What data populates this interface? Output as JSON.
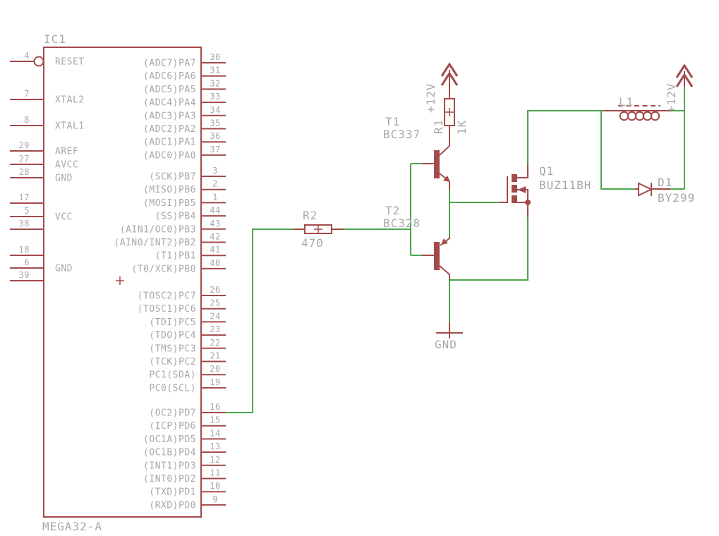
{
  "colors": {
    "component": "#A34A4A",
    "net": "#4CA64C",
    "text": "#A8A8A8",
    "background": "#FFFFFF"
  },
  "schematic": {
    "ic": {
      "ref": "IC1",
      "value": "MEGA32-A",
      "left_pins": [
        {
          "number": "4",
          "label": "RESET",
          "inverted": true
        },
        {
          "number": "7",
          "label": "XTAL2"
        },
        {
          "number": "8",
          "label": "XTAL1"
        },
        {
          "number": "29",
          "label": "AREF"
        },
        {
          "number": "27",
          "label": "AVCC"
        },
        {
          "number": "28",
          "label": "GND"
        },
        {
          "number": "17",
          "label": ""
        },
        {
          "number": "5",
          "label": "VCC"
        },
        {
          "number": "38",
          "label": ""
        },
        {
          "number": "18",
          "label": ""
        },
        {
          "number": "6",
          "label": "GND"
        },
        {
          "number": "39",
          "label": ""
        }
      ],
      "right_pins": [
        {
          "number": "30",
          "label": "(ADC7)PA7"
        },
        {
          "number": "31",
          "label": "(ADC6)PA6"
        },
        {
          "number": "32",
          "label": "(ADC5)PA5"
        },
        {
          "number": "33",
          "label": "(ADC4)PA4"
        },
        {
          "number": "34",
          "label": "(ADC3)PA3"
        },
        {
          "number": "35",
          "label": "(ADC2)PA2"
        },
        {
          "number": "36",
          "label": "(ADC1)PA1"
        },
        {
          "number": "37",
          "label": "(ADC0)PA0"
        },
        {
          "number": "3",
          "label": "(SCK)PB7"
        },
        {
          "number": "2",
          "label": "(MISO)PB6"
        },
        {
          "number": "1",
          "label": "(MOSI)PB5"
        },
        {
          "number": "44",
          "label": "(SS)PB4"
        },
        {
          "number": "43",
          "label": "(AIN1/OC0)PB3"
        },
        {
          "number": "42",
          "label": "(AIN0/INT2)PB2"
        },
        {
          "number": "41",
          "label": "(T1)PB1"
        },
        {
          "number": "40",
          "label": "(T0/XCK)PB0"
        },
        {
          "number": "26",
          "label": "(TOSC2)PC7"
        },
        {
          "number": "25",
          "label": "(TOSC1)PC6"
        },
        {
          "number": "24",
          "label": "(TDI)PC5"
        },
        {
          "number": "23",
          "label": "(TDO)PC4"
        },
        {
          "number": "22",
          "label": "(TMS)PC3"
        },
        {
          "number": "21",
          "label": "(TCK)PC2"
        },
        {
          "number": "20",
          "label": "PC1(SDA)"
        },
        {
          "number": "19",
          "label": "PC0(SCL)"
        },
        {
          "number": "16",
          "label": "(OC2)PD7"
        },
        {
          "number": "15",
          "label": "(ICP)PD6"
        },
        {
          "number": "14",
          "label": "(OC1A)PD5"
        },
        {
          "number": "13",
          "label": "(OC1B)PD4"
        },
        {
          "number": "12",
          "label": "(INT1)PD3"
        },
        {
          "number": "11",
          "label": "(INT0)PD2"
        },
        {
          "number": "10",
          "label": "(TXD)PD1"
        },
        {
          "number": "9",
          "label": "(RXD)PD0"
        }
      ]
    },
    "resistors": {
      "r1": {
        "ref": "R1",
        "value": "1K"
      },
      "r2": {
        "ref": "R2",
        "value": "470"
      }
    },
    "transistors": {
      "t1": {
        "ref": "T1",
        "value": "BC337"
      },
      "t2": {
        "ref": "T2",
        "value": "BC328"
      }
    },
    "mosfet": {
      "ref": "Q1",
      "value": "BUZ11BH"
    },
    "inductor": {
      "ref": "L1"
    },
    "diode": {
      "ref": "D1",
      "value": "BY299"
    },
    "ground": {
      "label": "GND"
    },
    "supplies": {
      "left": {
        "label": "+12V"
      },
      "right": {
        "label": "+12V"
      }
    }
  }
}
